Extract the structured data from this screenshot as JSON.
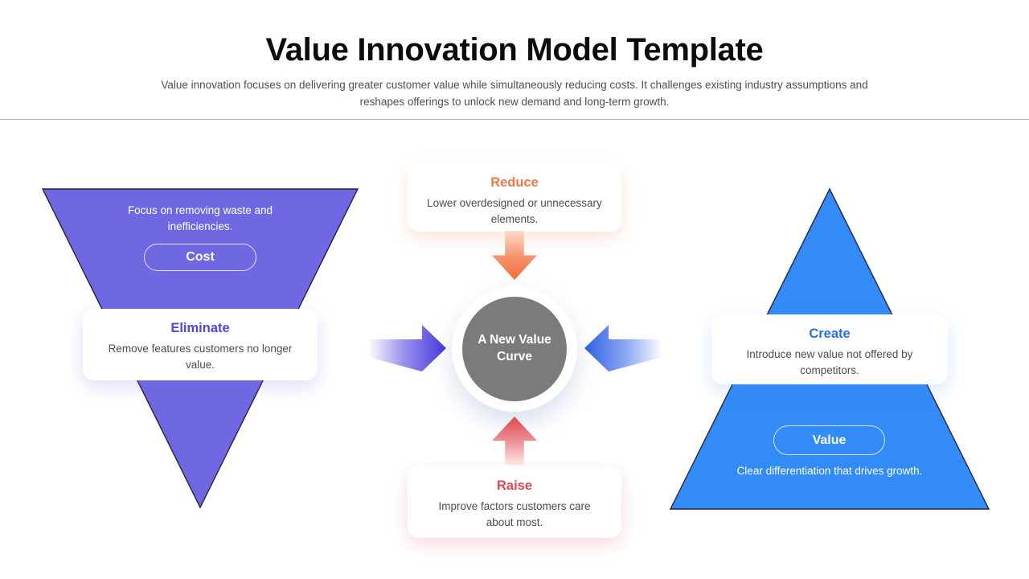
{
  "header": {
    "title": "Value Innovation Model Template",
    "subtitle": "Value innovation focuses on delivering greater customer value while simultaneously reducing costs. It challenges existing industry assumptions and reshapes offerings to unlock new demand and long-term growth."
  },
  "colors": {
    "purple": "#6F68E2",
    "blue": "#338BF7",
    "indigo_heading": "#4F46E5",
    "blue_heading": "#2272E8",
    "orange_heading": "#EE7946",
    "red_heading": "#E0474F",
    "gray_circle": "#7B7B7B"
  },
  "left": {
    "triangle_label": "Focus on removing waste and inefficiencies.",
    "pill_label": "Cost",
    "card": {
      "title": "Eliminate",
      "body": "Remove features customers no longer value."
    }
  },
  "center": {
    "top_card": {
      "title": "Reduce",
      "body": "Lower overdesigned or unnecessary elements."
    },
    "hub_label": "A New Value Curve",
    "bottom_card": {
      "title": "Raise",
      "body": "Improve factors customers care about most."
    }
  },
  "right": {
    "card": {
      "title": "Create",
      "body": "Introduce new value not offered by competitors."
    },
    "pill_label": "Value",
    "triangle_label": "Clear differentiation that drives growth."
  }
}
